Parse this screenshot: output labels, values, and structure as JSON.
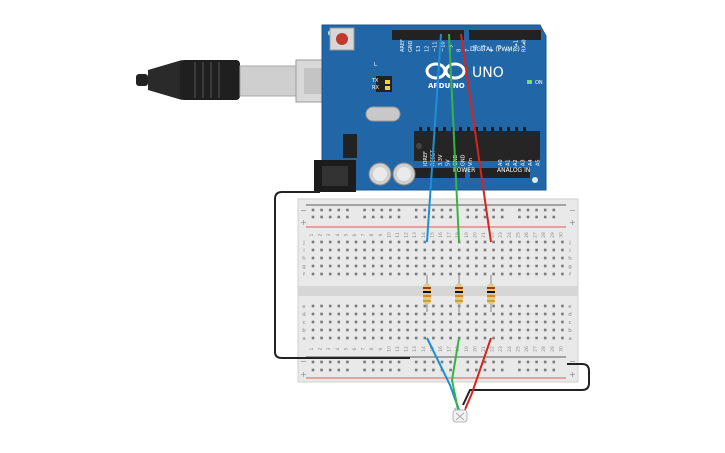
{
  "board": {
    "brand": "ARDUINO",
    "model": "UNO",
    "digital_header_label": "DIGITAL (PWM~)",
    "power_label": "POWER",
    "analog_label": "ANALOG IN",
    "on_label": "ON",
    "tx_label": "TX",
    "rx_label": "RX",
    "l_label": "L",
    "top_pins": [
      "AREF",
      "GND",
      "13",
      "12",
      "~11",
      "~10",
      "~9",
      "8",
      "7",
      "~6",
      "~5",
      "4",
      "~3",
      "2",
      "TX▸1",
      "RX◂0"
    ],
    "power_pins": [
      "IOREF",
      "RESET",
      "3.3V",
      "5V",
      "GND",
      "GND",
      "Vin"
    ],
    "analog_pins": [
      "A0",
      "A1",
      "A2",
      "A3",
      "A4",
      "A5"
    ]
  },
  "breadboard": {
    "rail_minus": "−",
    "rail_plus": "+",
    "column_numbers": [
      "1",
      "2",
      "3",
      "4",
      "5",
      "6",
      "7",
      "8",
      "9",
      "10",
      "11",
      "12",
      "13",
      "14",
      "15",
      "16",
      "17",
      "18",
      "19",
      "20",
      "21",
      "22",
      "23",
      "24",
      "25",
      "26",
      "27",
      "28",
      "29",
      "30"
    ],
    "top_row_letters": [
      "j",
      "i",
      "h",
      "g",
      "f"
    ],
    "bottom_row_letters": [
      "e",
      "d",
      "c",
      "b",
      "a"
    ]
  },
  "colors": {
    "board": "#2167a7",
    "wire_blue": "#1e8fd6",
    "wire_green": "#36b443",
    "wire_red": "#d9231c",
    "wire_black": "#222222",
    "resistor_body": "#e4c687"
  }
}
